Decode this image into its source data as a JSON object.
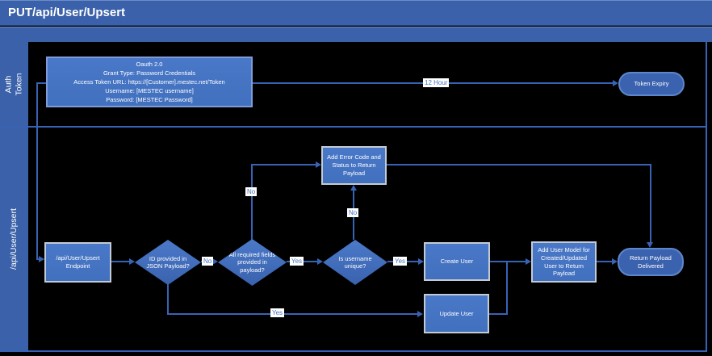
{
  "title": "PUT/api/User/Upsert",
  "lanes": [
    {
      "label": "Auth Token"
    },
    {
      "label": "/api/User/Upsert"
    }
  ],
  "nodes": {
    "oauth": {
      "lines": [
        "Oauth 2.0",
        "Grant Type: Password Credentials",
        "Access Token URL: https://[Customer].mestec.net/Token",
        "Username: [MESTEC username]",
        "Password: [MESTEC Password]"
      ]
    },
    "token_expiry": {
      "label": "Token Expiry"
    },
    "endpoint": {
      "label": "/api/User/Upsert Endpoint"
    },
    "id_provided": {
      "label": "ID provided in JSON Payload?"
    },
    "fields_provided": {
      "label": "All required fields provided in payload?"
    },
    "username_unique": {
      "label": "Is username unique?"
    },
    "create_user": {
      "label": "Create User"
    },
    "update_user": {
      "label": "Update User"
    },
    "add_error": {
      "label": "Add Error Code and Status to Return Payload"
    },
    "add_user_model": {
      "label": "Add User Model for Created/Updated User to Return Payload"
    },
    "return_payload": {
      "label": "Return Payload Delivered"
    }
  },
  "edge_labels": {
    "token_duration": "12 Hour",
    "id_no": "No",
    "id_yes": "Yes",
    "fields_yes": "Yes",
    "fields_no": "No",
    "unique_yes": "Yes",
    "unique_no": "No"
  },
  "colors": {
    "band_blue": "#3a61a9",
    "box_fill": "#4472c4",
    "stadium_fill": "#3a62ae",
    "connector": "#3863b4",
    "background": "#000000",
    "edge_label_text": "#4472c4",
    "shape_text": "#ffffff"
  }
}
